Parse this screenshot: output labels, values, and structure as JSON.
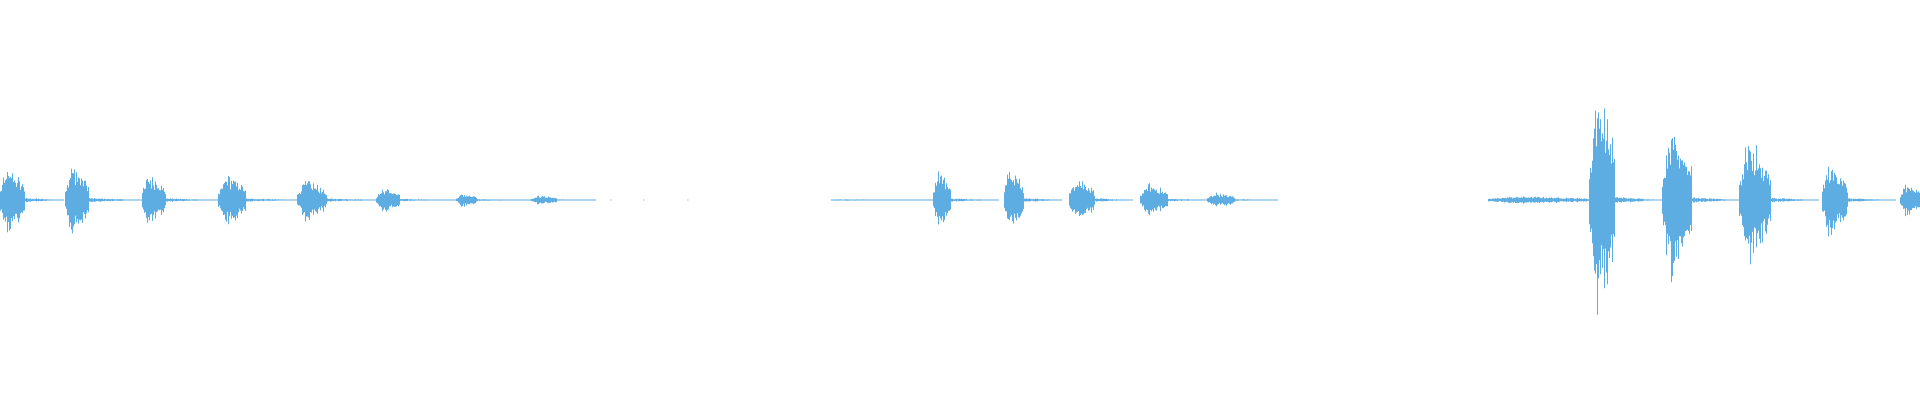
{
  "waveform": {
    "color": "#5dade2",
    "bursts": [
      {
        "start": 0.0,
        "end": 0.013,
        "amp": 0.18,
        "tail": 0.02,
        "tail_amp": 0.012
      },
      {
        "start": 0.034,
        "end": 0.046,
        "amp": 0.2,
        "tail": 0.03,
        "tail_amp": 0.012
      },
      {
        "start": 0.074,
        "end": 0.086,
        "amp": 0.14,
        "tail": 0.03,
        "tail_amp": 0.01
      },
      {
        "start": 0.114,
        "end": 0.128,
        "amp": 0.14,
        "tail": 0.03,
        "tail_amp": 0.01
      },
      {
        "start": 0.155,
        "end": 0.17,
        "amp": 0.11,
        "tail": 0.035,
        "tail_amp": 0.009
      },
      {
        "start": 0.196,
        "end": 0.208,
        "amp": 0.07,
        "tail": 0.03,
        "tail_amp": 0.007
      },
      {
        "start": 0.238,
        "end": 0.248,
        "amp": 0.04,
        "tail": 0.03,
        "tail_amp": 0.006
      },
      {
        "start": 0.277,
        "end": 0.29,
        "amp": 0.025,
        "tail": 0.02,
        "tail_amp": 0.004
      },
      {
        "start": 0.433,
        "end": 0.44,
        "amp": 0.005,
        "tail": 0.05,
        "tail_amp": 0.004
      },
      {
        "start": 0.486,
        "end": 0.495,
        "amp": 0.17,
        "tail": 0.025,
        "tail_amp": 0.01
      },
      {
        "start": 0.523,
        "end": 0.533,
        "amp": 0.18,
        "tail": 0.02,
        "tail_amp": 0.012
      },
      {
        "start": 0.557,
        "end": 0.57,
        "amp": 0.13,
        "tail": 0.02,
        "tail_amp": 0.01
      },
      {
        "start": 0.594,
        "end": 0.608,
        "amp": 0.09,
        "tail": 0.025,
        "tail_amp": 0.008
      },
      {
        "start": 0.629,
        "end": 0.643,
        "amp": 0.04,
        "tail": 0.022,
        "tail_amp": 0.006
      },
      {
        "start": 0.775,
        "end": 0.828,
        "amp": 0.02,
        "tail": 0.0,
        "tail_amp": 0.005
      },
      {
        "start": 0.828,
        "end": 0.841,
        "amp": 0.62,
        "tail": 0.025,
        "tail_amp": 0.018
      },
      {
        "start": 0.866,
        "end": 0.881,
        "amp": 0.44,
        "tail": 0.025,
        "tail_amp": 0.015
      },
      {
        "start": 0.906,
        "end": 0.922,
        "amp": 0.34,
        "tail": 0.025,
        "tail_amp": 0.013
      },
      {
        "start": 0.949,
        "end": 0.962,
        "amp": 0.21,
        "tail": 0.025,
        "tail_amp": 0.011
      },
      {
        "start": 0.99,
        "end": 1.0,
        "amp": 0.1,
        "tail": 0.0,
        "tail_amp": 0.008
      }
    ],
    "dots": [
      0.318,
      0.335,
      0.358,
      0.665
    ]
  }
}
